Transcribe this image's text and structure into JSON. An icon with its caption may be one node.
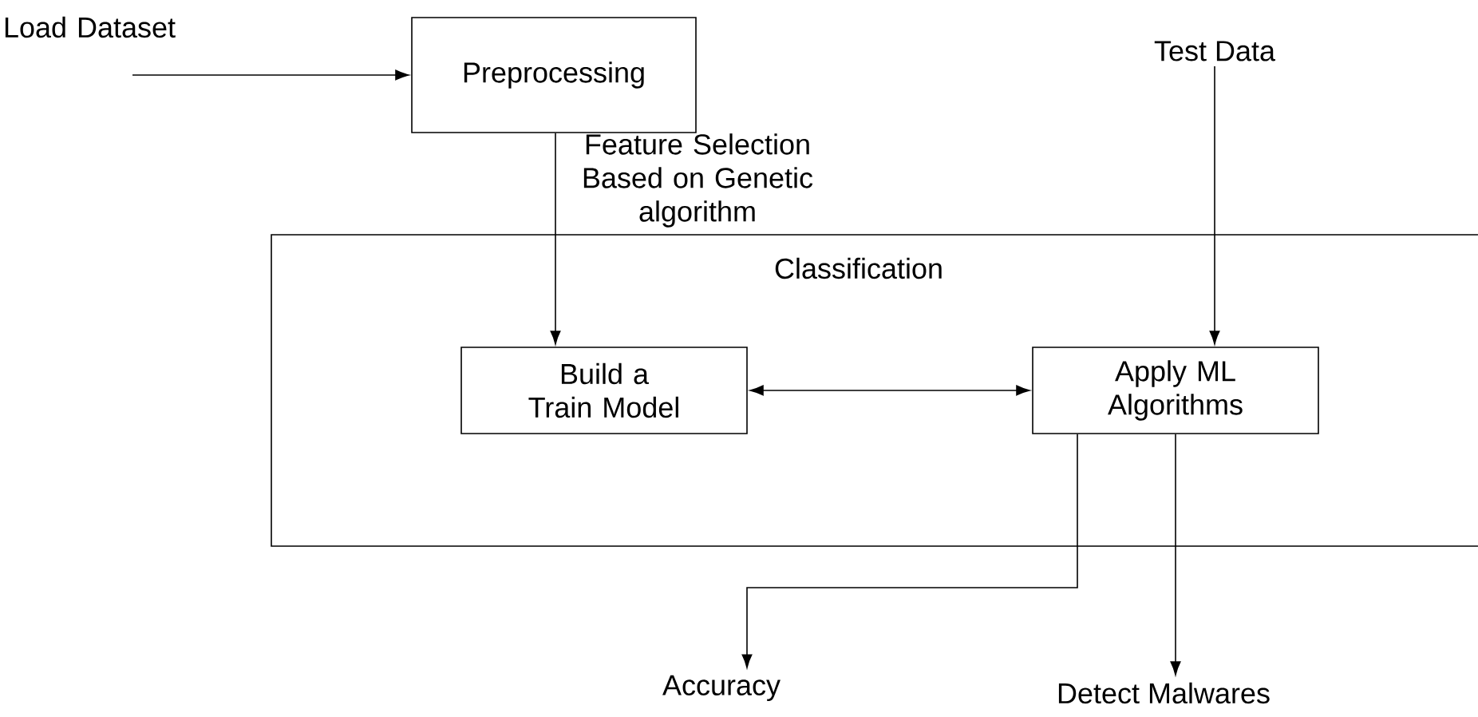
{
  "diagram": {
    "nodes": [
      {
        "text": [
          "Preprocessing"
        ]
      },
      {
        "text": [
          "Test Data"
        ]
      },
      {
        "text": [
          "Classification"
        ]
      },
      {
        "text": [
          "Build a Train Model"
        ],
        "in": 2
      },
      {
        "text": [
          "Apply ML Algorithms"
        ],
        "in": 2
      },
      {
        "text": [
          "Accuracy"
        ]
      },
      {
        "text": [
          "Detect Malwares"
        ]
      }
    ],
    "edges": [
      {
        "from": null,
        "to": 0,
        "arrow": "to",
        "label": "Load Dataset"
      },
      {
        "from": 0,
        "to": 3,
        "arrow": "to",
        "label": "Feature Selection Based on Genetic algorithm"
      },
      {
        "from": 1,
        "to": 4,
        "arrow": "to"
      },
      {
        "from": 3,
        "to": 4,
        "arrow": "both"
      },
      {
        "from": 4,
        "to": 5,
        "arrow": "to"
      },
      {
        "from": 4,
        "to": 6,
        "arrow": "to"
      }
    ]
  }
}
